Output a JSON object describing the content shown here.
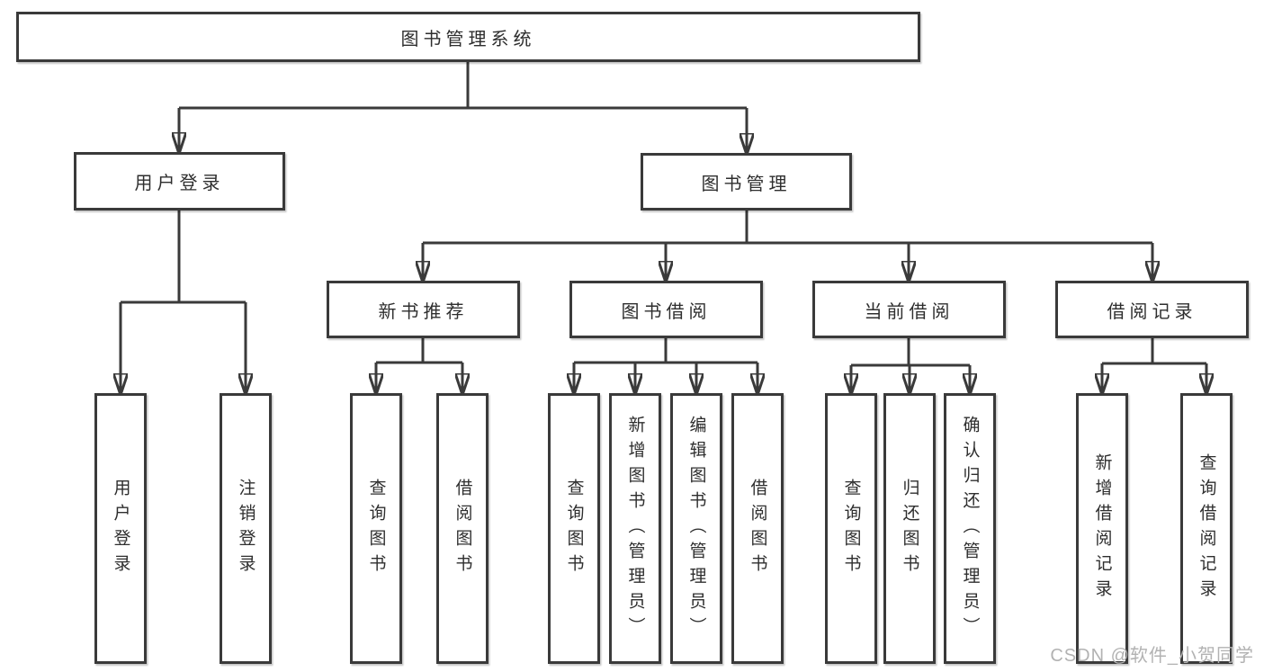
{
  "diagram": {
    "type": "hierarchy",
    "watermark": "CSDN @软件_小贺同学",
    "colors": {
      "line": "#3a3a3a",
      "node_border": "#3a3a3a",
      "text": "#2e2e2e",
      "watermark": "#b2b2b2",
      "background": "#ffffff"
    },
    "tree": {
      "label": "图书管理系统",
      "children": [
        {
          "label": "用户登录",
          "children": [
            {
              "label": "用户登录"
            },
            {
              "label": "注销登录"
            }
          ]
        },
        {
          "label": "图书管理",
          "children": [
            {
              "label": "新书推荐",
              "children": [
                {
                  "label": "查询图书"
                },
                {
                  "label": "借阅图书"
                }
              ]
            },
            {
              "label": "图书借阅",
              "children": [
                {
                  "label": "查询图书"
                },
                {
                  "label": "新增图书（管理员）"
                },
                {
                  "label": "编辑图书（管理员）"
                },
                {
                  "label": "借阅图书"
                }
              ]
            },
            {
              "label": "当前借阅",
              "children": [
                {
                  "label": "查询图书"
                },
                {
                  "label": "归还图书"
                },
                {
                  "label": "确认归还（管理员）"
                }
              ]
            },
            {
              "label": "借阅记录",
              "children": [
                {
                  "label": "新增借阅记录"
                },
                {
                  "label": "查询借阅记录"
                }
              ]
            }
          ]
        }
      ]
    }
  }
}
